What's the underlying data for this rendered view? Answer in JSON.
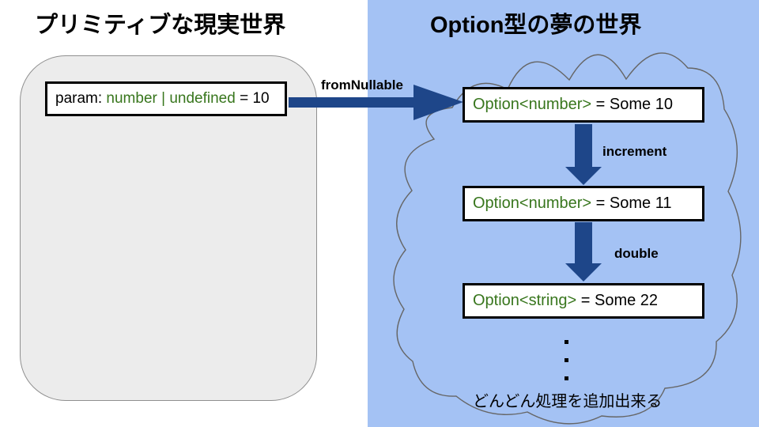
{
  "left_panel": {
    "title": "プリミティブな現実世界",
    "param_box": {
      "label": "param: ",
      "type_text": "number | undefined",
      "value_text": " = 10"
    }
  },
  "right_panel": {
    "title": "Option型の夢の世界",
    "boxes": [
      {
        "type_text": "Option<number>",
        "value_text": " = Some 10"
      },
      {
        "type_text": "Option<number>",
        "value_text": " = Some 11"
      },
      {
        "type_text": "Option<string>",
        "value_text": " = Some 22"
      }
    ],
    "ellipsis": "...",
    "caption": "どんどん処理を追加出来る"
  },
  "arrow_labels": {
    "horizontal": "fromNullable",
    "first_vertical": "increment",
    "second_vertical": "double"
  },
  "colors": {
    "panel_blue": "#a4c2f4",
    "arrow_blue": "#1e4689",
    "type_green": "#38761d",
    "container_gray": "#ececec",
    "cloud_stroke": "#666666"
  }
}
